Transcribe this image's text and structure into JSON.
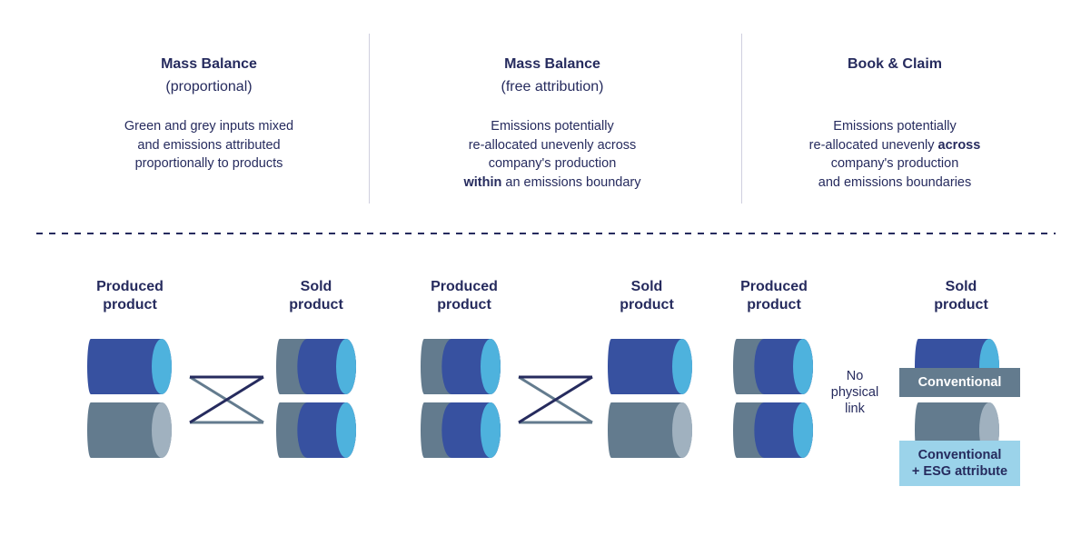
{
  "colors": {
    "text": "#262b5e",
    "green_product": "#3751a0",
    "green_end": "#4eb2dd",
    "grey_product": "#637b8e",
    "grey_end": "#a0b1bf",
    "label_conventional_bg": "#637b8e",
    "label_esg_bg": "#9bd3ea",
    "divider": "#cfcfdf"
  },
  "columns": [
    {
      "title": "Mass Balance",
      "subtitle": "(proportional)",
      "description": [
        "Green and grey inputs mixed",
        "and emissions attributed",
        "proportionally to products"
      ]
    },
    {
      "title": "Mass Balance",
      "subtitle": "(free attribution)",
      "description": [
        "Emissions potentially",
        "re-allocated unevenly across",
        "company's production"
      ],
      "description_last_bold": "within",
      "description_last_rest": " an emissions boundary"
    },
    {
      "title": "Book & Claim",
      "subtitle": "",
      "description_line1": "Emissions potentially",
      "description_line2_pre": "re-allocated unevenly ",
      "description_line2_bold": "across",
      "description_line3": "company's production",
      "description_line4": "and emissions boundaries"
    }
  ],
  "diagram": {
    "produced_label_1": "Produced",
    "produced_label_2": "product",
    "sold_label_1": "Sold",
    "sold_label_2": "product",
    "no_link_1": "No",
    "no_link_2": "physical",
    "no_link_3": "link",
    "tag_conventional": "Conventional",
    "tag_esg_1": "Conventional",
    "tag_esg_2": "+ ESG attribute",
    "panels": [
      {
        "name": "mass-balance-proportional",
        "produced": [
          "green",
          "grey"
        ],
        "sold": [
          "mixed",
          "mixed"
        ],
        "link": "cross"
      },
      {
        "name": "mass-balance-free-attribution",
        "produced": [
          "mixed",
          "mixed"
        ],
        "sold": [
          "green",
          "grey"
        ],
        "link": "cross"
      },
      {
        "name": "book-and-claim",
        "produced": [
          "mixed",
          "mixed"
        ],
        "sold": [
          "green",
          "grey"
        ],
        "link": "none"
      }
    ]
  }
}
